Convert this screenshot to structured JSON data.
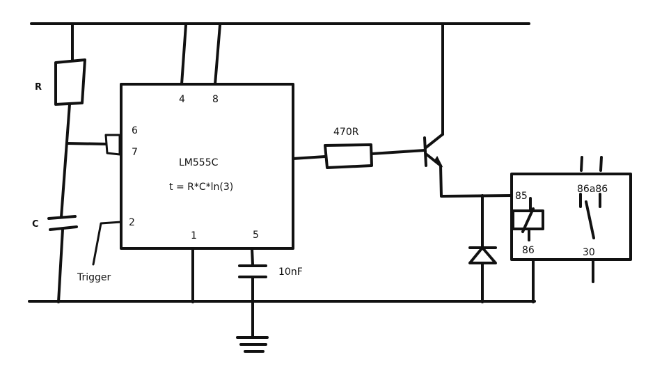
{
  "labels": {
    "resistor_r": "R",
    "capacitor_c": "C",
    "trigger": "Trigger",
    "ic_name": "LM555C",
    "formula": "t = R*C*ln(3)",
    "pin_4": "4",
    "pin_8": "8",
    "pin_6": "6",
    "pin_7": "7",
    "pin_2": "2",
    "pin_1": "1",
    "pin_5": "5",
    "cap_10nf": "10nF",
    "res_470r": "470R",
    "relay_85": "85",
    "relay_86": "86",
    "relay_86a86": "86a86",
    "relay_30": "30"
  },
  "colors": {
    "ink": "#111111",
    "background": "#ffffff"
  }
}
